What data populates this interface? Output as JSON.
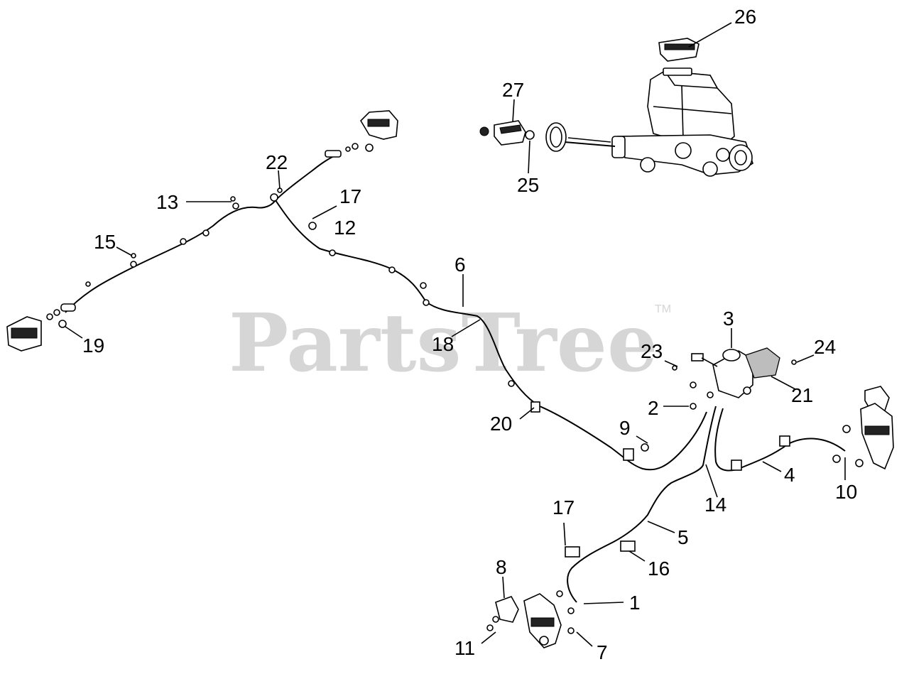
{
  "watermark": {
    "brand": "PartsTree",
    "tm": "TM"
  },
  "callouts": [
    {
      "id": "c1",
      "label": "1"
    },
    {
      "id": "c2",
      "label": "2"
    },
    {
      "id": "c3",
      "label": "3"
    },
    {
      "id": "c4",
      "label": "4"
    },
    {
      "id": "c5",
      "label": "5"
    },
    {
      "id": "c6",
      "label": "6"
    },
    {
      "id": "c7",
      "label": "7"
    },
    {
      "id": "c8",
      "label": "8"
    },
    {
      "id": "c9",
      "label": "9"
    },
    {
      "id": "c10",
      "label": "10"
    },
    {
      "id": "c11",
      "label": "11"
    },
    {
      "id": "c12",
      "label": "12"
    },
    {
      "id": "c13",
      "label": "13"
    },
    {
      "id": "c14",
      "label": "14"
    },
    {
      "id": "c15",
      "label": "15"
    },
    {
      "id": "c16",
      "label": "16"
    },
    {
      "id": "c17a",
      "label": "17"
    },
    {
      "id": "c17b",
      "label": "17"
    },
    {
      "id": "c18",
      "label": "18"
    },
    {
      "id": "c19",
      "label": "19"
    },
    {
      "id": "c20",
      "label": "20"
    },
    {
      "id": "c21",
      "label": "21"
    },
    {
      "id": "c22",
      "label": "22"
    },
    {
      "id": "c23",
      "label": "23"
    },
    {
      "id": "c24",
      "label": "24"
    },
    {
      "id": "c25",
      "label": "25"
    },
    {
      "id": "c26",
      "label": "26"
    },
    {
      "id": "c27",
      "label": "27"
    }
  ]
}
